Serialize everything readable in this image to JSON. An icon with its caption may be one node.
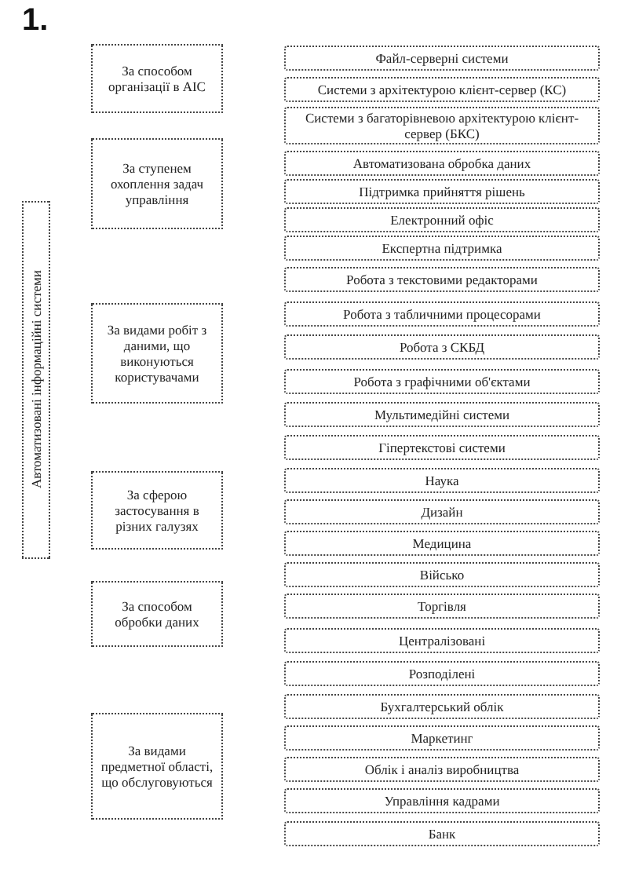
{
  "diagram": {
    "title": "1.",
    "nodes": [
      {
        "text": [
          "Автоматизовані інформаційні системи"
        ]
      },
      {
        "text": [
          "За способом організації в АІС"
        ]
      },
      {
        "text": [
          "За ступенем охоплення задач управління"
        ]
      },
      {
        "text": [
          "За видами робіт з даними, що виконуються користувачами"
        ]
      },
      {
        "text": [
          "За сферою застосування в різних галузях"
        ]
      },
      {
        "text": [
          "За способом обробки даних"
        ]
      },
      {
        "text": [
          "За видами предметної області, що обслуговуються"
        ]
      },
      {
        "text": [
          "Файл-серверні системи"
        ]
      },
      {
        "text": [
          "Системи з архітектурою клієнт-сервер (КС)"
        ]
      },
      {
        "text": [
          "Системи з багаторівневою архітектурою клієнт-сервер (БКС)"
        ]
      },
      {
        "text": [
          "Автоматизована обробка даних"
        ]
      },
      {
        "text": [
          "Підтримка прийняття рішень"
        ]
      },
      {
        "text": [
          "Електронний офіс"
        ]
      },
      {
        "text": [
          "Експертна підтримка"
        ]
      },
      {
        "text": [
          "Робота з текстовими редакторами"
        ]
      },
      {
        "text": [
          "Робота з табличними процесорами"
        ]
      },
      {
        "text": [
          "Робота з СКБД"
        ]
      },
      {
        "text": [
          "Робота з графічними об'єктами"
        ]
      },
      {
        "text": [
          "Мультимедійні системи"
        ]
      },
      {
        "text": [
          "Гіпертекстові системи"
        ]
      },
      {
        "text": [
          "Наука"
        ]
      },
      {
        "text": [
          "Дизайн"
        ]
      },
      {
        "text": [
          "Медицина"
        ]
      },
      {
        "text": [
          "Військо"
        ]
      },
      {
        "text": [
          "Торгівля"
        ]
      },
      {
        "text": [
          "Централізовані"
        ]
      },
      {
        "text": [
          "Розподілені"
        ]
      },
      {
        "text": [
          "Бухгалтерський облік"
        ]
      },
      {
        "text": [
          "Маркетинг"
        ]
      },
      {
        "text": [
          "Облік і аналіз виробництва"
        ]
      },
      {
        "text": [
          "Управління кадрами"
        ]
      },
      {
        "text": [
          "Банк"
        ]
      }
    ]
  }
}
